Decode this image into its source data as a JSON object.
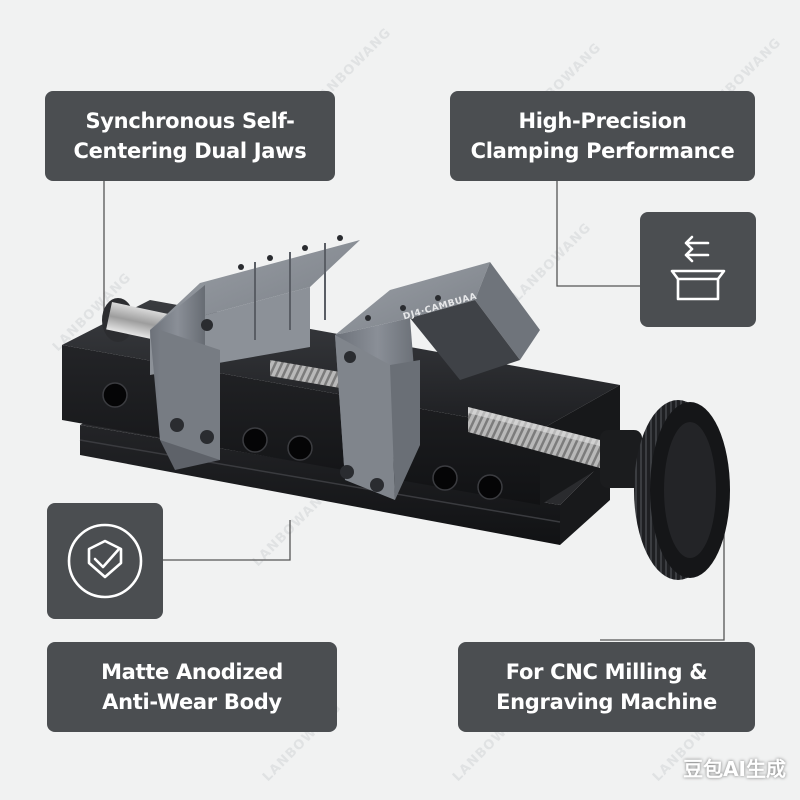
{
  "callouts": {
    "top_left": [
      "Synchronous Self-",
      "Centering Dual Jaws"
    ],
    "top_right": [
      "High-Precision",
      "Clamping Performance"
    ],
    "bottom_left": [
      "Matte Anodized",
      "Anti-Wear Body"
    ],
    "bottom_right": [
      "For CNC Milling &",
      "Engraving Machine"
    ]
  },
  "product": {
    "jaw_engraving": "DJ4·CAMBUAA"
  },
  "watermark": {
    "corner": "豆包AI生成",
    "faint": "LANBOWANG"
  },
  "colors": {
    "background": "#f1f2f2",
    "callout_bg": "#4b4e51",
    "callout_text": "#ffffff",
    "jaw_gray": "#7b8088",
    "base_black": "#1b1c1e",
    "leader_line": "#555555"
  },
  "icons": {
    "top_right": "clamp-transfer-icon",
    "bottom_left": "shield-check-icon"
  }
}
